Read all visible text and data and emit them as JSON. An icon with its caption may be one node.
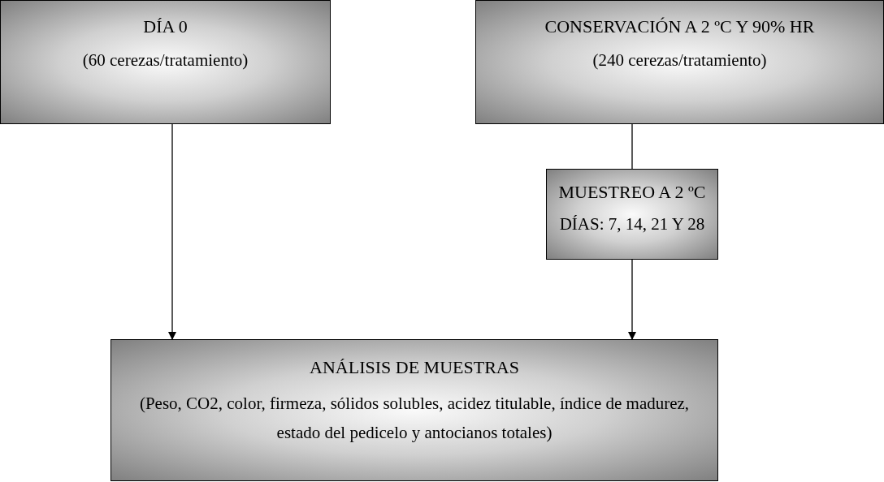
{
  "diagram": {
    "nodes": [
      {
        "text": [
          "DÍA 0",
          "(60 cerezas/tratamiento)"
        ]
      },
      {
        "text": [
          "CONSERVACIÓN A 2 ºC Y 90% HR",
          "(240 cerezas/tratamiento)"
        ]
      },
      {
        "text": [
          "MUESTREO A 2 ºC",
          "DÍAS: 7, 14, 21 Y 28"
        ]
      },
      {
        "text": [
          "ANÁLISIS DE MUESTRAS",
          "(Peso, CO2, color, firmeza, sólidos solubles, acidez titulable, índice de madurez, estado del pedicelo y antocianos totales)"
        ]
      }
    ],
    "edges": [
      {
        "from": 0,
        "to": 3,
        "arrow": "to"
      },
      {
        "from": 1,
        "to": 2,
        "arrow": "none"
      },
      {
        "from": 2,
        "to": 3,
        "arrow": "to"
      }
    ]
  }
}
